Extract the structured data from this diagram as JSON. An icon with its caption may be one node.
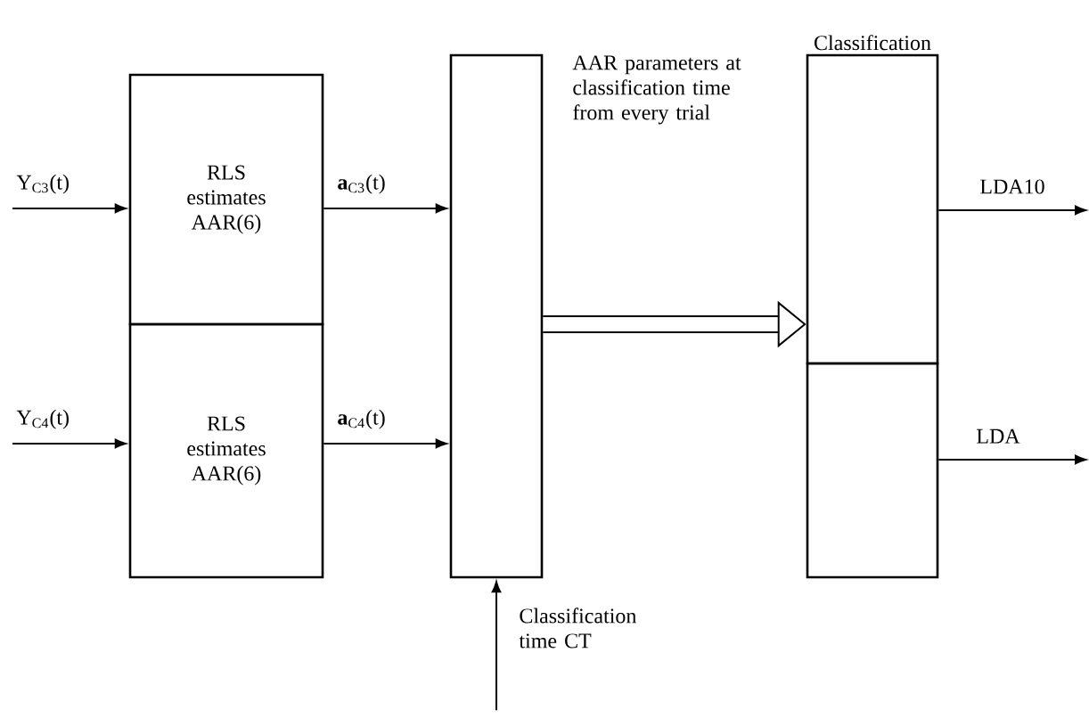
{
  "diagram": {
    "nodes": [
      {
        "text": [
          "RLS estimates AAR(6)"
        ]
      },
      {
        "text": [
          "RLS estimates AAR(6)"
        ]
      },
      {
        "text": [],
        "shape": "box"
      },
      {
        "text": [
          "Classification"
        ]
      },
      {
        "text": [],
        "shape": "box"
      }
    ],
    "edges": [
      {
        "from": null,
        "to": 0,
        "arrow": "to",
        "label": "Y$_{C3}$(t)"
      },
      {
        "from": null,
        "to": 1,
        "arrow": "to",
        "label": "Y$_{C4}$(t)"
      },
      {
        "from": 0,
        "to": 2,
        "arrow": "to",
        "label": "**a**$_{C3}$(t)"
      },
      {
        "from": 1,
        "to": 2,
        "arrow": "to",
        "label": "**a**$_{C4}$(t)"
      },
      {
        "from": null,
        "to": 2,
        "arrow": "to",
        "label": "Classification time CT"
      },
      {
        "from": 2,
        "to": 3,
        "arrow": "to",
        "style": "thick"
      },
      {
        "from": 3,
        "to": null,
        "arrow": "to",
        "label": "LDA10"
      },
      {
        "from": 4,
        "to": null,
        "arrow": "to",
        "label": "LDA"
      }
    ],
    "labels": [
      "AAR parameters at classification time from every trial"
    ]
  }
}
